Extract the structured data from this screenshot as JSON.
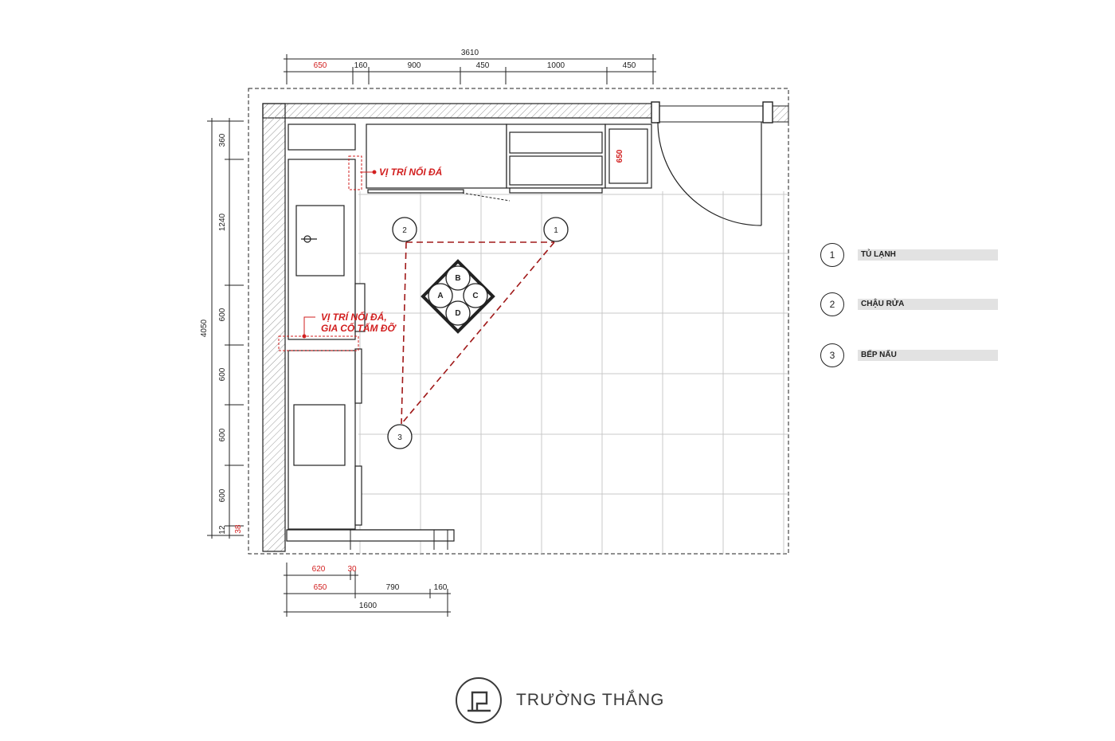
{
  "plan": {
    "dims_top": {
      "total": "3610",
      "segments": [
        "650",
        "160",
        "900",
        "450",
        "1000",
        "450"
      ],
      "fridge_depth": "650"
    },
    "dims_left": {
      "total": "4050",
      "segments": [
        "360",
        "1240",
        "600",
        "600",
        "600",
        "600",
        "12"
      ],
      "red_end": "38"
    },
    "dims_bottom": {
      "row1": [
        "620",
        "30"
      ],
      "row2": [
        "650",
        "790",
        "160"
      ],
      "total": "1600"
    },
    "notes": {
      "note1": "VỊ TRÍ NỐI ĐÁ",
      "note2_line1": "VỊ TRÍ NỐI ĐÁ,",
      "note2_line2": "GIA CỐ TẤM ĐỠ"
    },
    "triangle_markers": [
      "1",
      "2",
      "3"
    ],
    "table_seats": [
      "A",
      "B",
      "C",
      "D"
    ]
  },
  "legend": [
    {
      "number": "1",
      "label": "TỦ LẠNH"
    },
    {
      "number": "2",
      "label": "CHẬU RỬA"
    },
    {
      "number": "3",
      "label": "BẾP NẤU"
    }
  ],
  "brand": {
    "name": "TRƯỜNG THẮNG",
    "icon": "brand-logo-icon"
  },
  "colors": {
    "accent": "#d21f1f",
    "line": "#222222"
  }
}
